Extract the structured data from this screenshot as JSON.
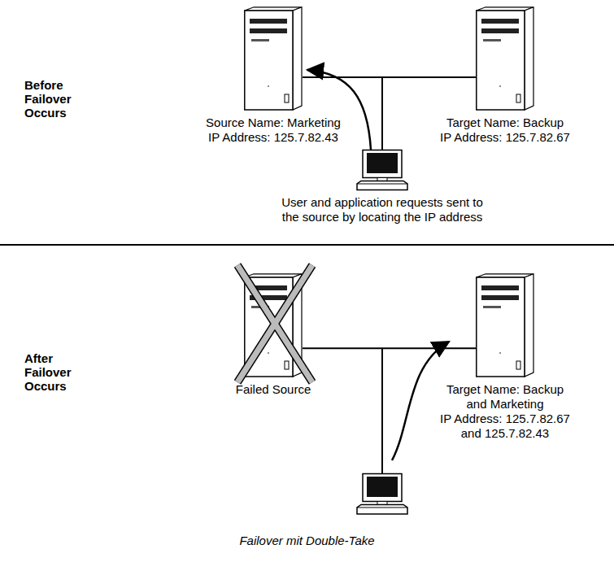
{
  "diagram": {
    "caption": "Failover mit Double-Take",
    "nodes": [
      {
        "text": [
          "Source Name: Marketing",
          "IP Address: 125.7.82.43"
        ]
      },
      {
        "text": [
          "Target Name: Backup",
          "IP Address: 125.7.82.67"
        ]
      },
      {
        "text": [
          "User and application requests sent to the source by locating the IP address"
        ]
      },
      {
        "text": [
          "Failed Source"
        ]
      },
      {
        "text": [
          "Target Name: Backup and Marketing",
          "IP Address: 125.7.82.67 and 125.7.82.43"
        ]
      }
    ],
    "edges": [
      {
        "from": 0,
        "to": 1,
        "arrow": "none"
      },
      {
        "from": 2,
        "to": 0,
        "arrow": "to"
      },
      {
        "from": 3,
        "to": 4,
        "arrow": "none"
      }
    ],
    "labels": [
      "Before Failover Occurs",
      "After Failover Occurs"
    ]
  }
}
